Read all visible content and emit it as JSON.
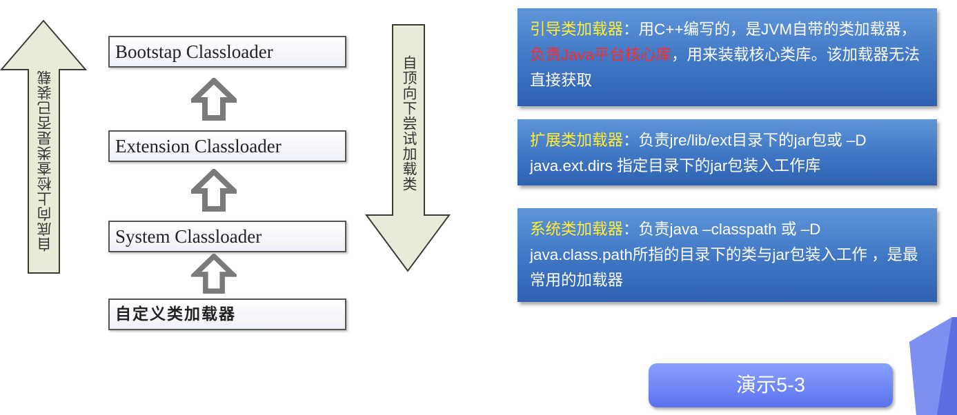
{
  "left_diagram": {
    "up_arrow_label": "自底向上检查类是否已装载",
    "down_arrow_label": "自顶向下尝试加载类",
    "loaders": [
      {
        "label": "Bootstap Classloader"
      },
      {
        "label": "Extension Classloader"
      },
      {
        "label": "System Classloader"
      },
      {
        "label": "自定义类加载器"
      }
    ]
  },
  "panels": [
    {
      "title": "引导类加载器",
      "sep": "：",
      "text_a": "用C++编写的，是JVM自带的类加载器，",
      "highlight_red": "负责Java平台核心库",
      "text_b": "，用来装载核心类库。该加载器无法直接获取"
    },
    {
      "title": "扩展类加载器",
      "sep": "：",
      "text": "负责jre/lib/ext目录下的jar包或 –D java.ext.dirs 指定目录下的jar包装入工作库"
    },
    {
      "title": "系统类加载器",
      "sep": "：",
      "text": "负责java –classpath 或 –D java.class.path所指的目录下的类与jar包装入工作 ，是最常用的加载器"
    }
  ],
  "demo_button": {
    "label": "演示5-3"
  },
  "colors": {
    "panel_blue": "#3f76c4",
    "title_yellow": "#ffee33",
    "highlight_red": "#ff2a2a",
    "arrow_fill": "#e8ebd8",
    "button_purple": "#6c82f4"
  }
}
